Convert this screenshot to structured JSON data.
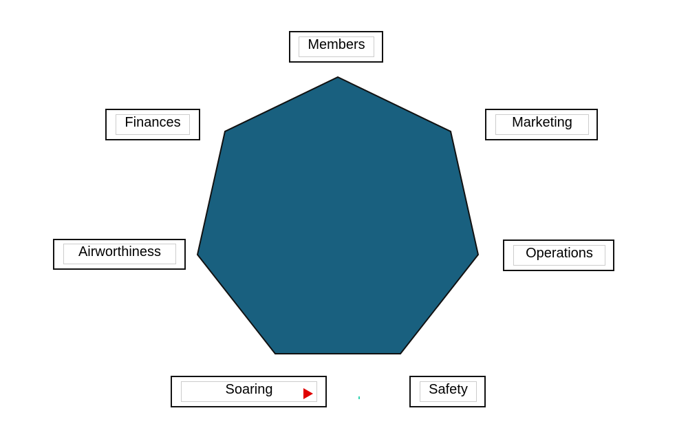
{
  "diagram": {
    "shape_color": "#19607f",
    "shape_stroke": "#111111",
    "labels": {
      "members": "Members",
      "marketing": "Marketing",
      "finances": "Finances",
      "operations": "Operations",
      "airworthiness": "Airworthiness",
      "soaring": "Soaring",
      "safety": "Safety"
    },
    "play_icon_color": "#e00000"
  }
}
